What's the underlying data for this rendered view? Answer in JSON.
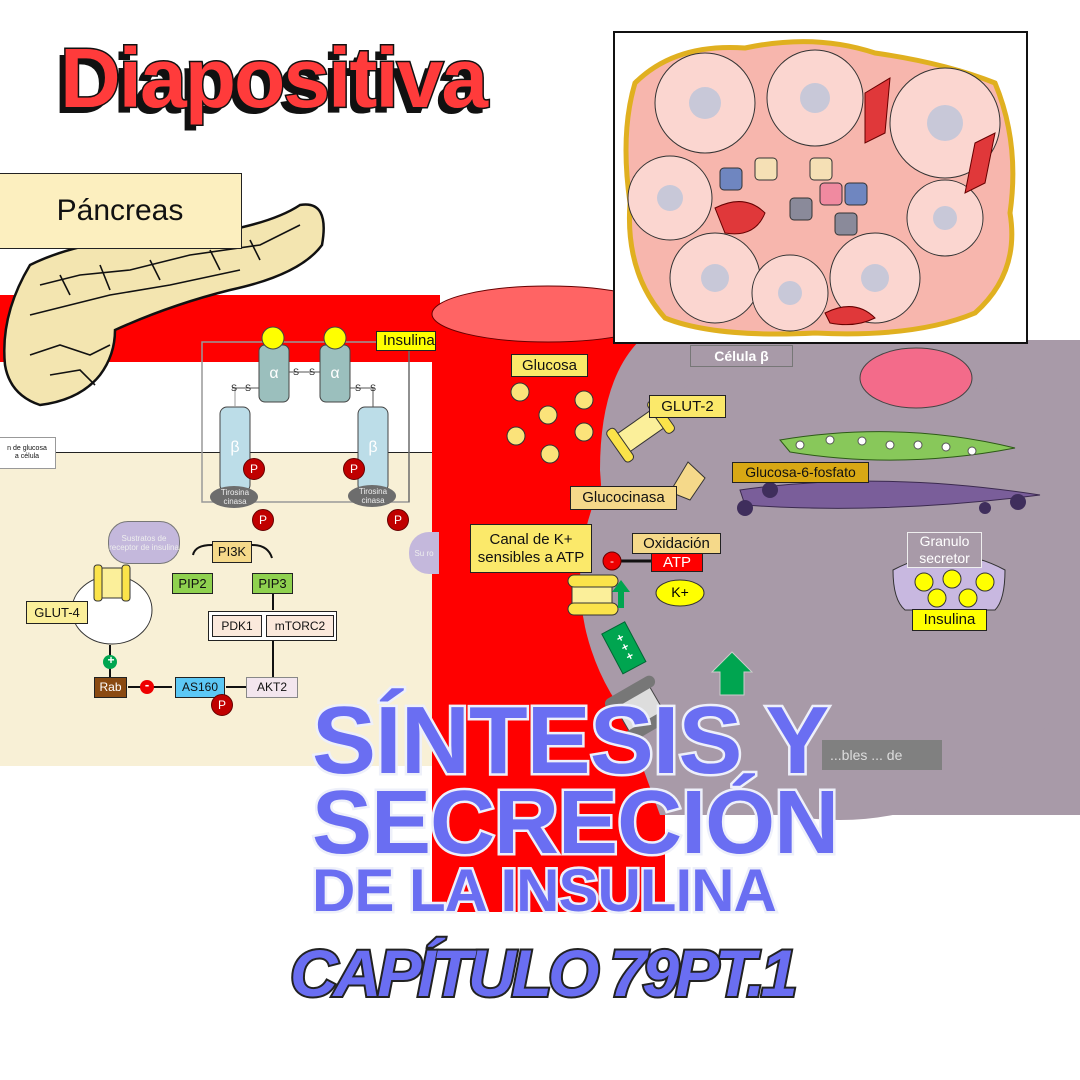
{
  "header": {
    "title": "Diapositiva"
  },
  "pancreas": {
    "label": "Páncreas"
  },
  "receptor": {
    "insulin_label": "Insulina",
    "alpha": "α",
    "beta": "β",
    "s": "S",
    "tyrosine_kinase": "Tirosina cinasa",
    "phospho": "P",
    "side_note": "n de glucosa\na célula",
    "substrates": "Sustratos de receptor de insulina",
    "substrates_cut": "Su ro"
  },
  "pathway": {
    "pi3k": "PI3K",
    "pip2": "PIP2",
    "pip3": "PIP3",
    "pdk1": "PDK1",
    "mtorc2": "mTORC2",
    "akt2": "AKT2",
    "as160": "AS160",
    "rab": "Rab",
    "glut4": "GLUT-4",
    "plus": "+",
    "minus": "-"
  },
  "beta_cell": {
    "cell_label": "Célula β",
    "glucosa": "Glucosa",
    "glut2": "GLUT-2",
    "g6p": "Glucosa-6-fosfato",
    "glucocinasa": "Glucocinasa",
    "canal_k": "Canal de K+ sensibles a ATP",
    "oxidacion": "Oxidación",
    "atp": "ATP",
    "k": "K+",
    "charges": "+ + +",
    "granulo": "Granulo secretor",
    "insulina": "Insulina",
    "hidden_label": "...bles ... de"
  },
  "title": {
    "line1": "SÍNTESIS Y",
    "line2": "SECRECIÓN",
    "line3": "DE LA INSULINA",
    "chapter": "CAPÍTULO 79PT.1"
  },
  "colors": {
    "title": "#6a6ef2",
    "blood": "#ff0000",
    "cell": "#a89aa8",
    "header": "#ff3b3b"
  }
}
